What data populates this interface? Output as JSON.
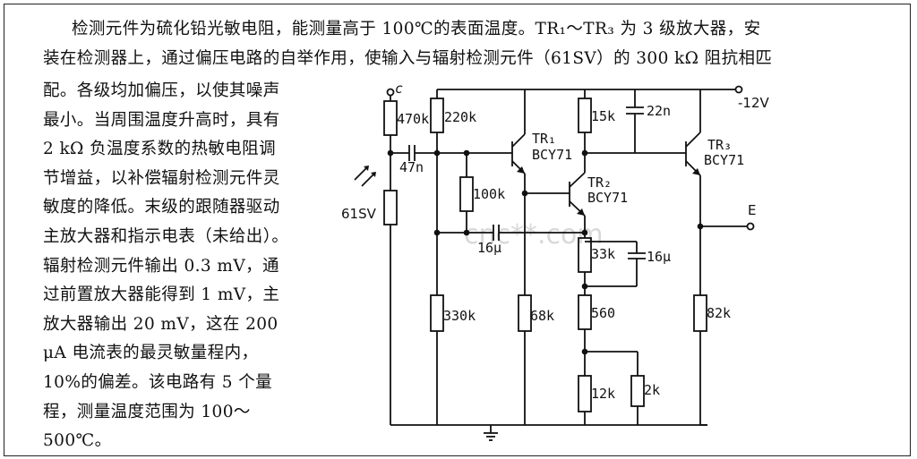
{
  "text": {
    "top_line1": "检测元件为硫化铅光敏电阻，能测量高于 100℃的表面温度。TR₁～TR₃ 为 3 级放大器，安",
    "top_line2": "装在检测器上，通过偏压电路的自举作用，使输入与辐射检测元件（61SV）的 300 kΩ 阻抗相匹",
    "side_lines": [
      "配。各级均加偏压，以使其噪声",
      "最小。当周围温度升高时，具有",
      "2 kΩ 负温度系数的热敏电阻调",
      "节增益，以补偿辐射检测元件灵",
      "敏度的降低。末级的跟随器驱动",
      "主放大器和指示电表（未给出）。",
      "辐射检测元件输出 0.3 mV，通",
      "过前置放大器能得到 1 mV，主",
      "放大器输出 20 mV，这在 200",
      "μA 电流表的最灵敏量程内，",
      "10%的偏差。该电路有 5 个量",
      "程，测量温度范围为 100～",
      "500℃。"
    ]
  },
  "circuit": {
    "terminal_c": "c",
    "supply": "-12V",
    "output": "E",
    "detector": "61SV",
    "resistors": [
      "470k",
      "220k",
      "100k",
      "330k",
      "68k",
      "15k",
      "33k",
      "560",
      "12k",
      "2k",
      "82k"
    ],
    "capacitors": [
      "47n",
      "16μ",
      "22n",
      "16μ"
    ],
    "transistors": [
      {
        "ref": "TR₁",
        "type": "BCY71"
      },
      {
        "ref": "TR₂",
        "type": "BCY71"
      },
      {
        "ref": "TR₃",
        "type": "BCY71"
      }
    ],
    "watermark": "cnc**.com"
  }
}
